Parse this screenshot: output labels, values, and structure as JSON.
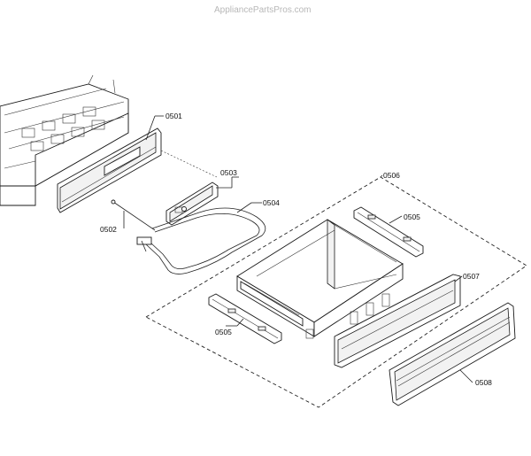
{
  "watermark": "AppliancePartsPros.com",
  "parts": [
    {
      "id": "0501"
    },
    {
      "id": "0502"
    },
    {
      "id": "0503"
    },
    {
      "id": "0504"
    },
    {
      "id": "0505"
    },
    {
      "id": "0506"
    },
    {
      "id": "0507"
    },
    {
      "id": "0505"
    },
    {
      "id": "0508"
    }
  ]
}
